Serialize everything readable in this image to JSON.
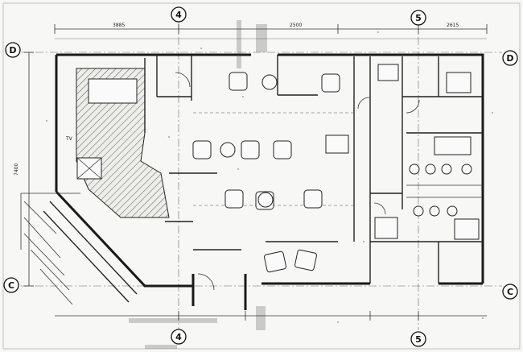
{
  "drawing": {
    "grid_markers": {
      "top_left": "4",
      "top_right": "5",
      "bottom_left": "4",
      "bottom_right": "5",
      "left_top": "D",
      "left_bottom": "C",
      "right_top": "D",
      "right_bottom": "C"
    },
    "dimensions": {
      "top_1": "3885",
      "top_2": "2500",
      "top_3": "2615",
      "left_1": "7400"
    },
    "room_label": "TV"
  }
}
